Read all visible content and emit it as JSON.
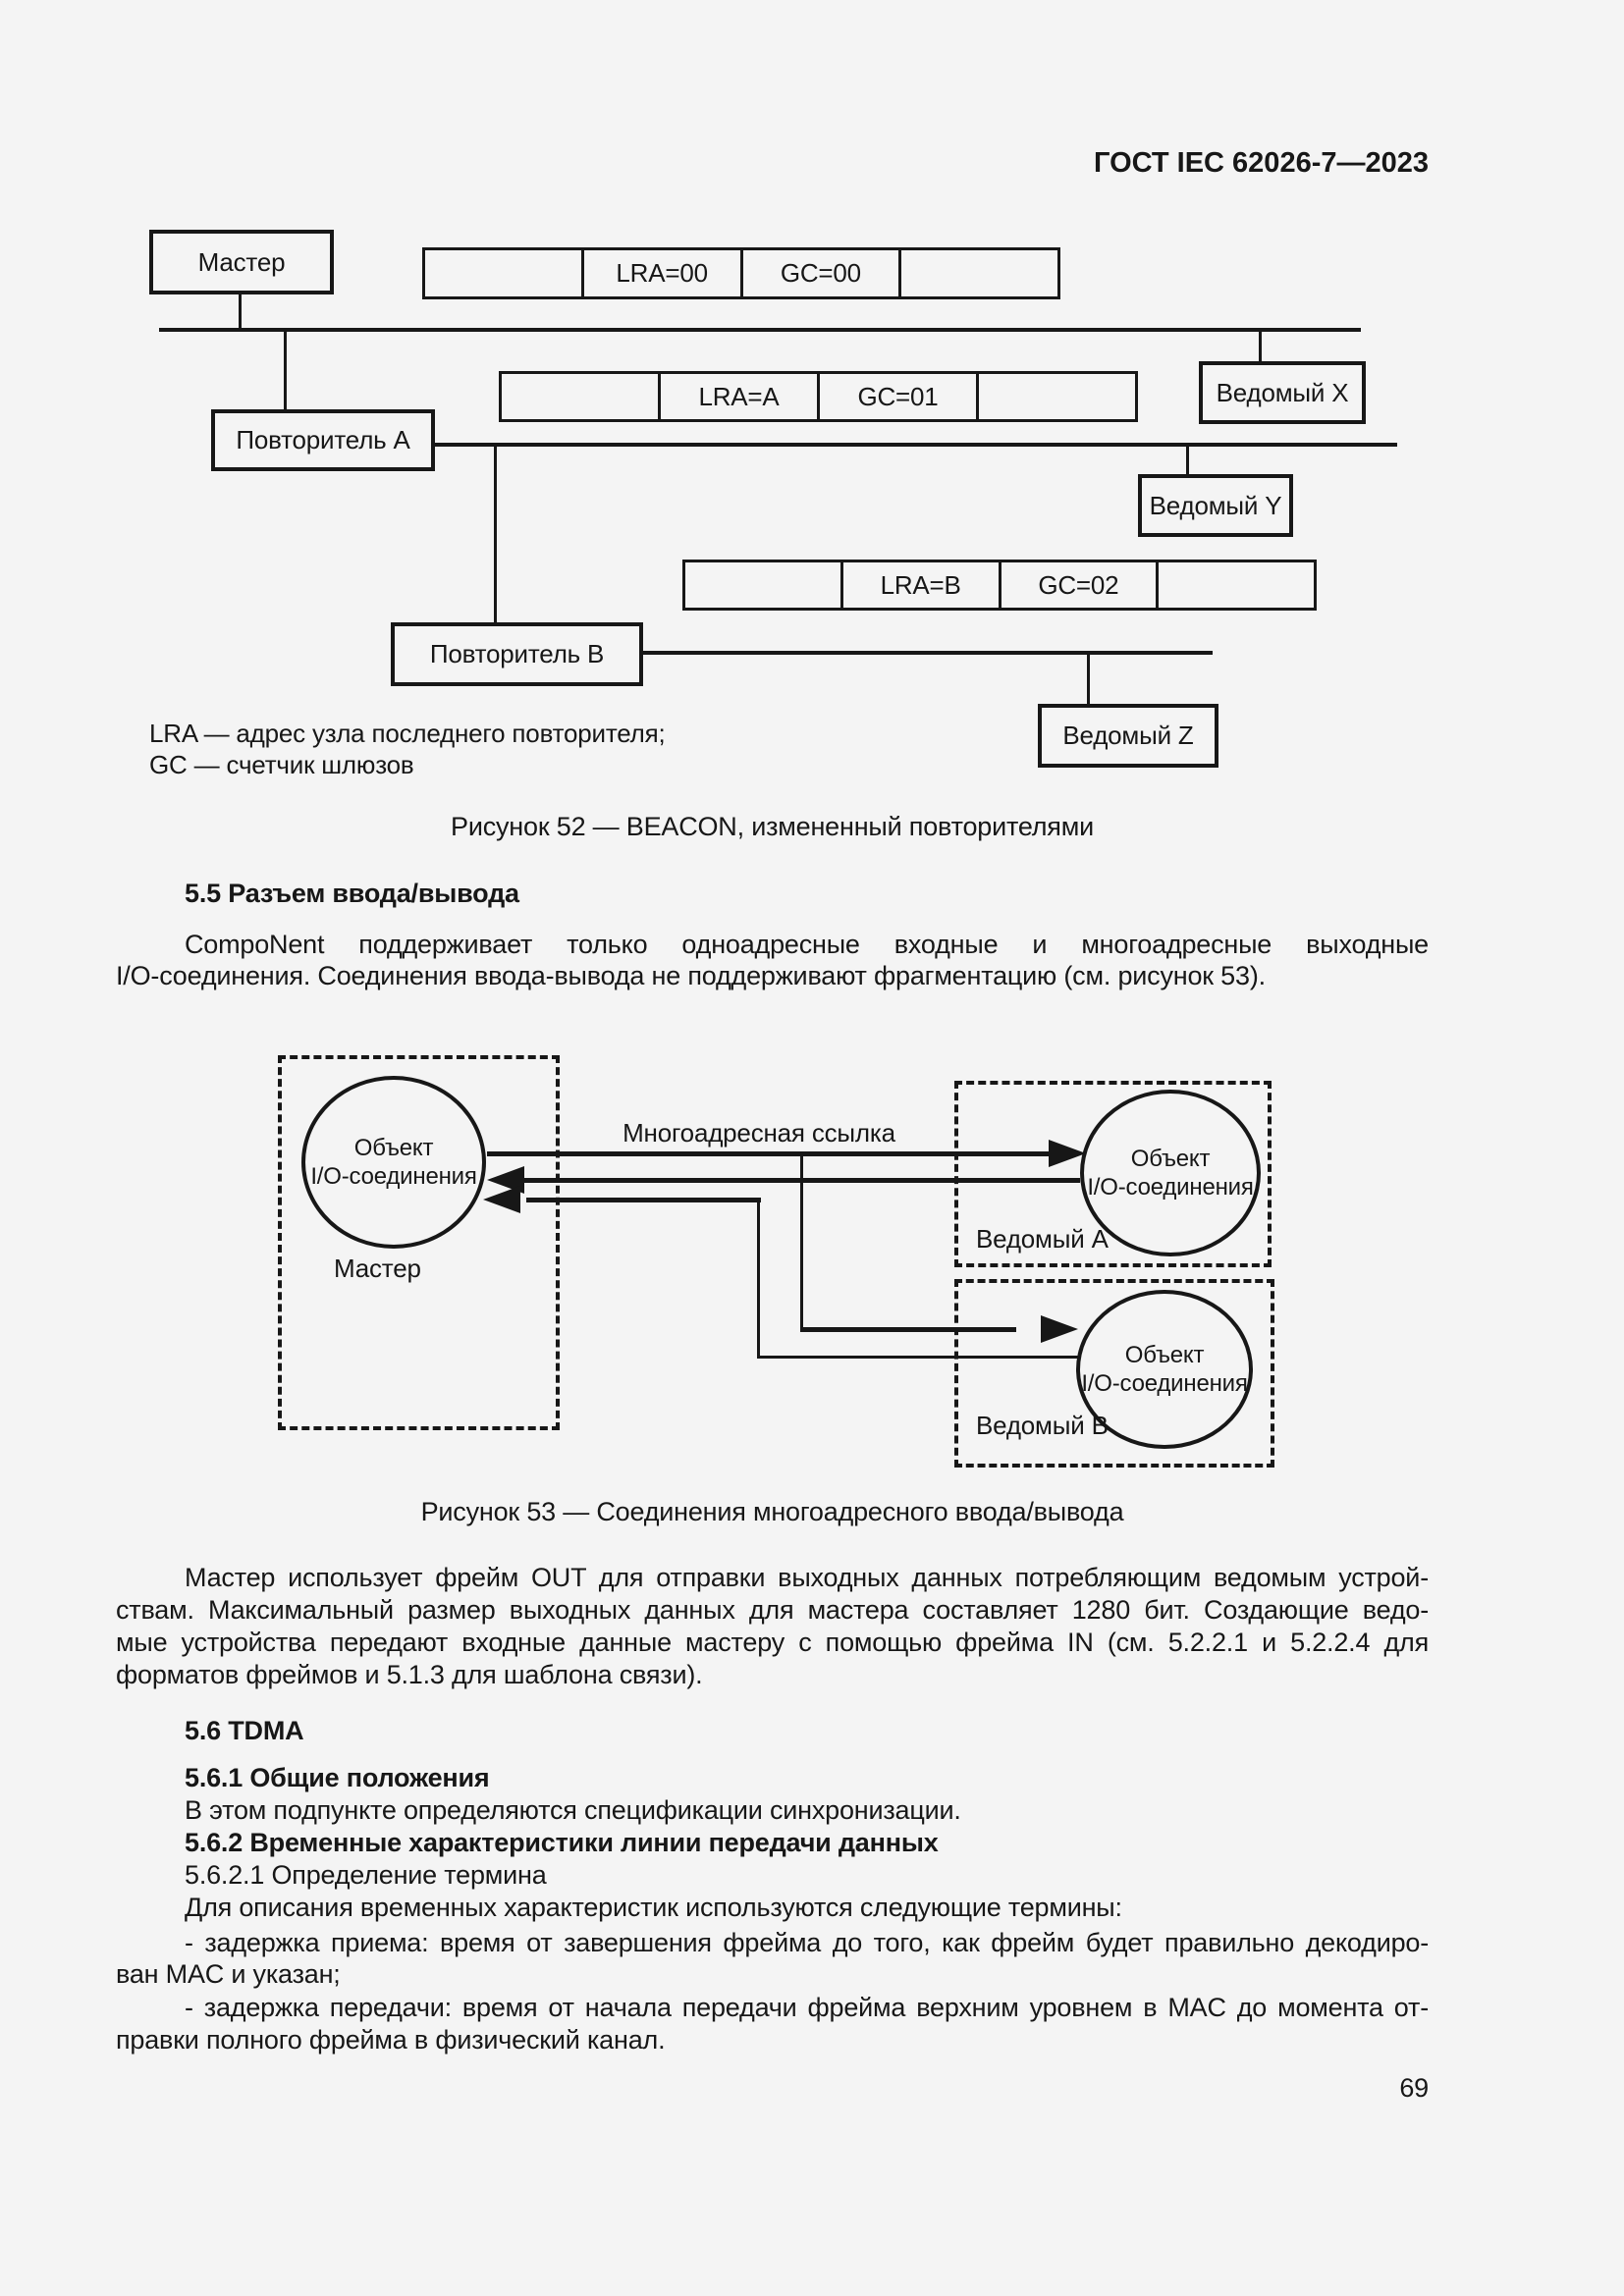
{
  "colors": {
    "background": "#f4f4f4",
    "ink": "#171717"
  },
  "header": {
    "title": "ГОСТ IEC 62026-7—2023"
  },
  "figure52": {
    "master": "Мастер",
    "repeater_a": "Повторитель A",
    "repeater_b": "Повторитель B",
    "slave_x": "Ведомый X",
    "slave_y": "Ведомый Y",
    "slave_z": "Ведомый Z",
    "frames": {
      "f1_lra": "LRA=00",
      "f1_gc": "GC=00",
      "f2_lra": "LRA=A",
      "f2_gc": "GC=01",
      "f3_lra": "LRA=B",
      "f3_gc": "GC=02"
    },
    "legend_line1": "LRA — адрес узла последнего повторителя;",
    "legend_line2": "GC — счетчик шлюзов",
    "caption": "Рисунок 52 — BEACON, измененный повторителями"
  },
  "section_5_5": {
    "heading": "5.5 Разъем ввода/вывода",
    "para_line1": "CompoNent поддерживает только одноадресные входные и многоадресные выходные",
    "para_line2": "I/O-соединения. Соединения ввода-вывода не поддерживают фрагментацию (см. рисунок 53)."
  },
  "figure53": {
    "link_label": "Многоадресная ссылка",
    "object_label_line1": "Объект",
    "object_label_line2": "I/O-соединения",
    "master_label": "Мастер",
    "slave_a_label": "Ведомый A",
    "slave_b_label": "Ведомый B",
    "caption": "Рисунок 53 — Соединения многоадресного ввода/вывода"
  },
  "out_paragraph": {
    "line1": "Мастер использует фрейм OUT для отправки выходных данных потребляющим ведомым устрой-",
    "line2": "ствам. Максимальный размер выходных данных для мастера составляет 1280 бит. Создающие ведо-",
    "line3": "мые устройства передают входные данные мастеру с помощью фрейма IN (см. 5.2.2.1 и 5.2.2.4 для",
    "line4": "форматов фреймов и 5.1.3 для шаблона связи)."
  },
  "section_5_6": {
    "heading": "5.6 TDMA",
    "s561_heading": "5.6.1 Общие положения",
    "s561_text": "В этом подпункте определяются спецификации синхронизации.",
    "s562_heading": "5.6.2 Временные характеристики линии передачи данных",
    "s5621_heading": "5.6.2.1 Определение термина",
    "s5621_text": "Для описания временных характеристик используются следующие термины:",
    "item1_line1": "- задержка приема: время от завершения фрейма до того, как фрейм будет правильно декодиро-",
    "item1_line2": "ван MAC и указан;",
    "item2_line1": "- задержка передачи: время от начала передачи фрейма верхним уровнем в MAC до момента от-",
    "item2_line2": "правки полного фрейма в физический канал."
  },
  "footer": {
    "page_number": "69"
  }
}
